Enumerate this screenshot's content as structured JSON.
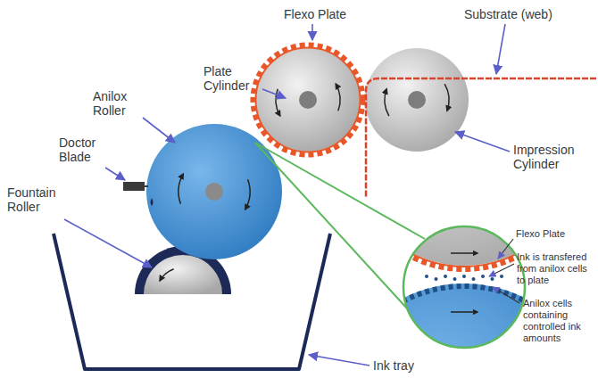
{
  "diagram": {
    "labels": [
      "Flexo Plate",
      "Substrate (web)",
      "Plate Cylinder",
      "Anilox Roller",
      "Doctor Blade",
      "Impression Cylinder",
      "Fountain Roller",
      "Ink tray",
      "Flexo Plate",
      "Ink is transfered from anilox cells to plate",
      "Anilox cells containing controlled ink amounts"
    ]
  }
}
